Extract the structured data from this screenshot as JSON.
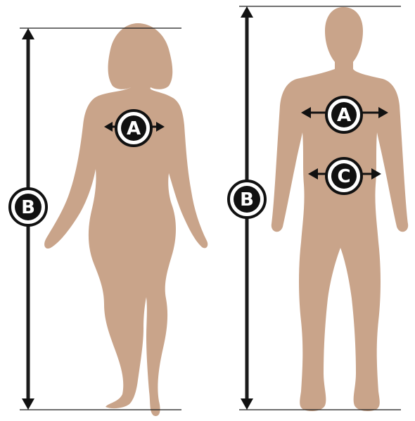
{
  "colors": {
    "skin": "#c9a48a",
    "ink": "#111111",
    "background": "#ffffff"
  },
  "labels": {
    "chest": "A",
    "height": "B",
    "waist": "C"
  },
  "figures": [
    {
      "id": "female",
      "measurements": [
        "A",
        "B"
      ]
    },
    {
      "id": "male",
      "measurements": [
        "A",
        "B",
        "C"
      ]
    }
  ]
}
